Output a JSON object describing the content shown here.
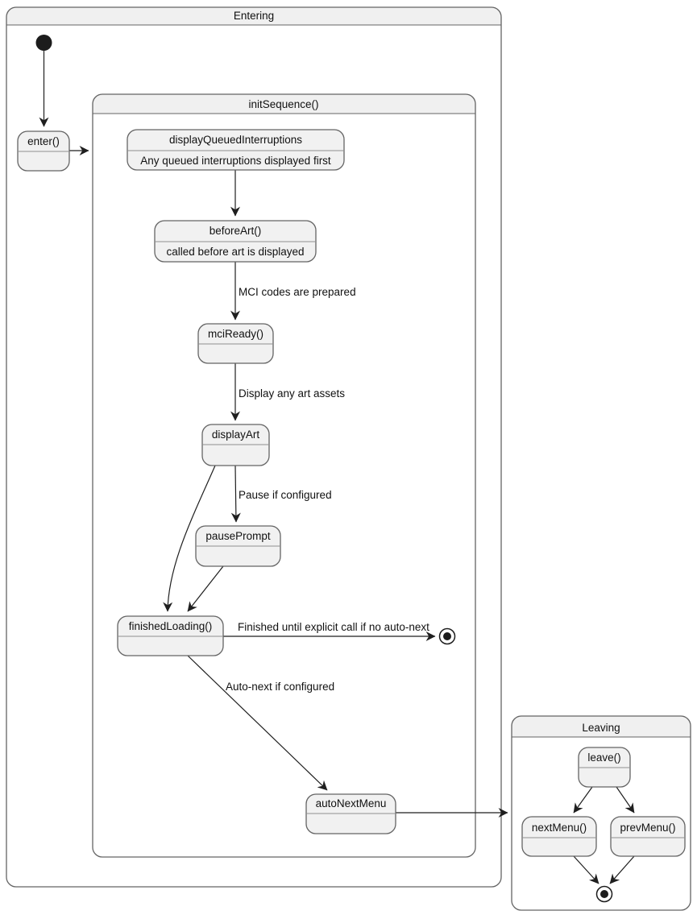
{
  "diagram": {
    "type": "uml-state-diagram",
    "containers": {
      "entering": {
        "label": "Entering"
      },
      "init_sequence": {
        "label": "initSequence()"
      },
      "leaving": {
        "label": "Leaving"
      }
    },
    "states": {
      "enter": {
        "label": "enter()"
      },
      "display_queued_interruptions": {
        "label": "displayQueuedInterruptions",
        "description": "Any queued interruptions displayed first"
      },
      "before_art": {
        "label": "beforeArt()",
        "description": "called before art is displayed"
      },
      "mci_ready": {
        "label": "mciReady()"
      },
      "display_art": {
        "label": "displayArt"
      },
      "pause_prompt": {
        "label": "pausePrompt"
      },
      "finished_loading": {
        "label": "finishedLoading()"
      },
      "auto_next_menu": {
        "label": "autoNextMenu"
      },
      "leave": {
        "label": "leave()"
      },
      "next_menu": {
        "label": "nextMenu()"
      },
      "prev_menu": {
        "label": "prevMenu()"
      }
    },
    "transition_labels": {
      "mci_codes": "MCI codes are prepared",
      "display_assets": "Display any art assets",
      "pause": "Pause if configured",
      "finished": "Finished until explicit call if no auto-next",
      "auto_next": "Auto-next if configured"
    },
    "colors": {
      "state_fill": "#f1f1f1",
      "state_border": "#646464",
      "container_header_fill": "#f0f0f0",
      "container_border": "#646464",
      "compartment_divider": "#8e8e8e",
      "arrow": "#1f1f1f",
      "text": "#111111",
      "background": "#ffffff"
    }
  }
}
